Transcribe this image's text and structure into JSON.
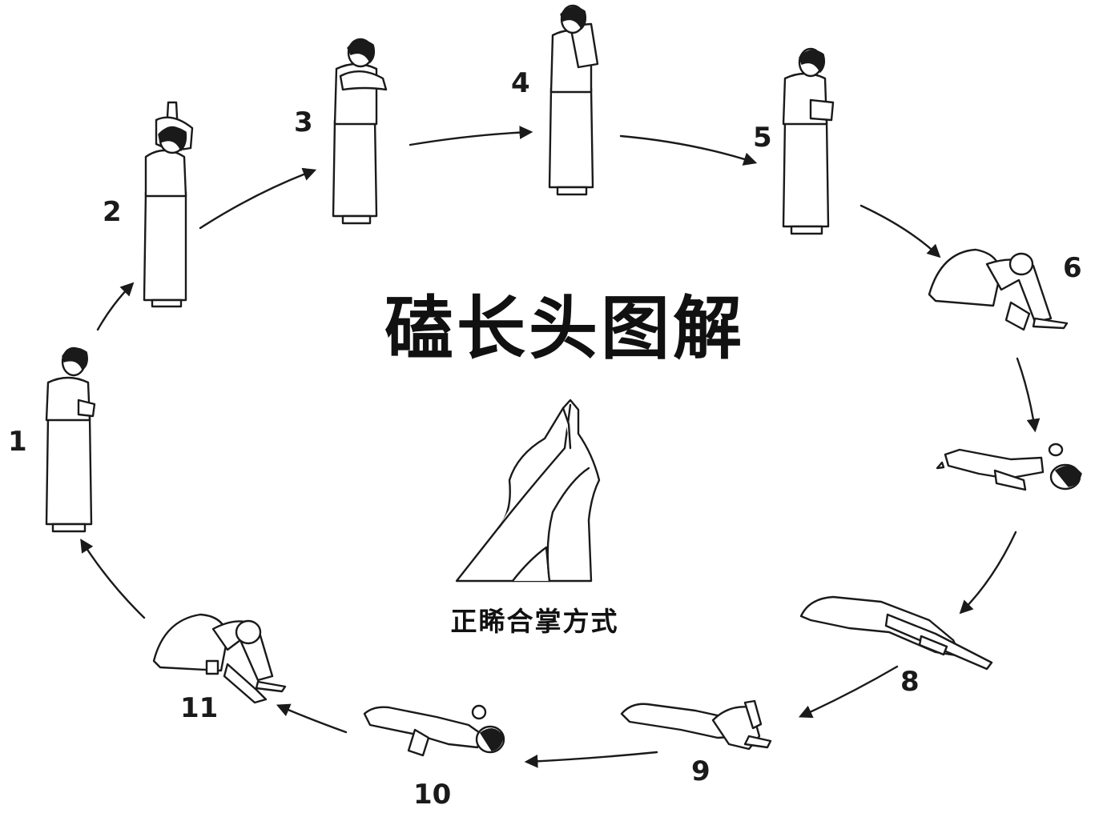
{
  "title": "磕长头图解",
  "caption": "正睎合掌方式",
  "steps": [
    {
      "label": "1"
    },
    {
      "label": "2"
    },
    {
      "label": "3"
    },
    {
      "label": "4"
    },
    {
      "label": "5"
    },
    {
      "label": "6"
    },
    {
      "label": "8"
    },
    {
      "label": "9"
    },
    {
      "label": "10"
    },
    {
      "label": "11"
    }
  ],
  "icons": {
    "hands": "praying-hands-icon",
    "figure": "prostrating-figure-icon",
    "arrow": "cycle-arrow-icon"
  },
  "colors": {
    "ink": "#1a1a1a",
    "background": "#ffffff"
  }
}
